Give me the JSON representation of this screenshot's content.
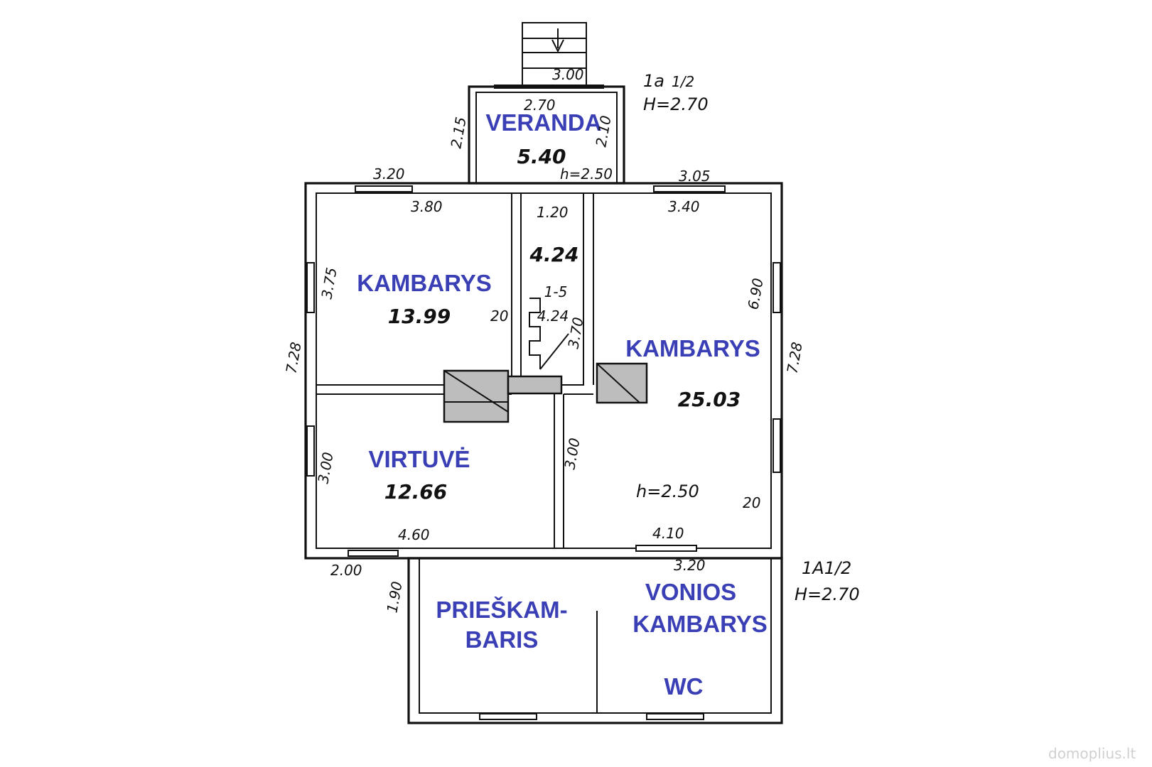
{
  "rooms": {
    "veranda": {
      "label": "VERANDA",
      "area": "5.40"
    },
    "room_left": {
      "label": "KAMBARYS",
      "area": "13.99"
    },
    "room_right": {
      "label": "KAMBARYS",
      "area": "25.03"
    },
    "kitchen": {
      "label": "VIRTUVĖ",
      "area": "12.66"
    },
    "hall": {
      "label_line1": "PRIEŠKAM-",
      "label_line2": "BARIS"
    },
    "bath": {
      "label_line1": "VONIOS",
      "label_line2": "KAMBARYS",
      "wc": "WC"
    },
    "stairs": {
      "area": "4.24",
      "area2": "4.24",
      "code": "1-5"
    }
  },
  "notes": {
    "top_right_code": "1a",
    "top_right_fraction": "1/2",
    "top_right_height": "H=2.70",
    "bottom_right_code": "1A1/2",
    "bottom_right_height": "H=2.70",
    "veranda_height": "h=2.50",
    "room_height": "h=2.50"
  },
  "dimensions": {
    "veranda_top": "3.00",
    "veranda_inner": "2.70",
    "veranda_left": "2.15",
    "veranda_right": "2.10",
    "left_top_outer": "3.20",
    "left_top_inner": "3.80",
    "stair_width": "1.20",
    "right_top_outer": "3.05",
    "right_top_inner": "3.40",
    "left_room_side": "3.75",
    "wall_thick_left": "20",
    "stair_length": "3.70",
    "left_outer_side": "7.28",
    "right_outer_side": "7.28",
    "right_room_side": "6.90",
    "kitchen_left": "3.00",
    "kitchen_right": "3.00",
    "kitchen_bottom": "4.60",
    "wall_thick_right": "20",
    "right_room_bottom": "4.10",
    "window_bottom_left": "2.00",
    "annex_left": "1.90",
    "annex_top": "3.20"
  },
  "watermark": "domoplius.lt"
}
